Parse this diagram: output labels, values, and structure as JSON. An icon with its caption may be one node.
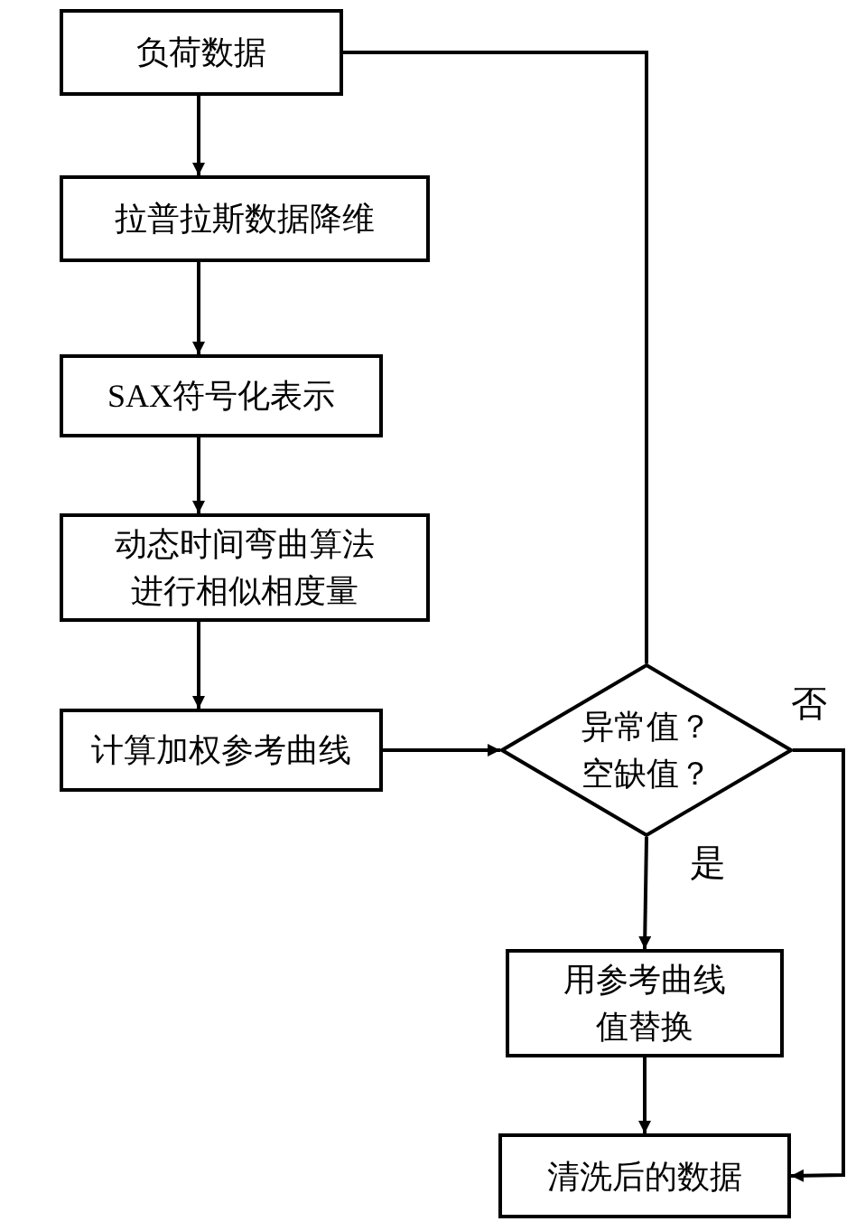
{
  "diagram": {
    "nodes": [
      {
        "text": [
          "负荷数据"
        ]
      },
      {
        "text": [
          "拉普拉斯数据降维"
        ]
      },
      {
        "text": [
          "SAX符号化表示"
        ]
      },
      {
        "text": [
          "动态时间弯曲算法进行相似相度量"
        ]
      },
      {
        "text": [
          "计算加权参考曲线"
        ]
      },
      {
        "text": [
          "异常值？空缺值？"
        ]
      },
      {
        "text": [
          "用参考曲线值替换"
        ]
      },
      {
        "text": [
          "清洗后的数据"
        ]
      }
    ],
    "edges": [
      {
        "from": 0,
        "to": 1,
        "arrow": "to"
      },
      {
        "from": 1,
        "to": 2,
        "arrow": "to"
      },
      {
        "from": 2,
        "to": 3,
        "arrow": "to"
      },
      {
        "from": 3,
        "to": 4,
        "arrow": "to"
      },
      {
        "from": 0,
        "to": 5,
        "arrow": "none"
      },
      {
        "from": 4,
        "to": 5,
        "arrow": "to"
      },
      {
        "from": 5,
        "to": 6,
        "arrow": "to",
        "label": "是"
      },
      {
        "from": 5,
        "to": 7,
        "arrow": "to",
        "label": "否"
      },
      {
        "from": 6,
        "to": 7,
        "arrow": "to"
      }
    ]
  }
}
